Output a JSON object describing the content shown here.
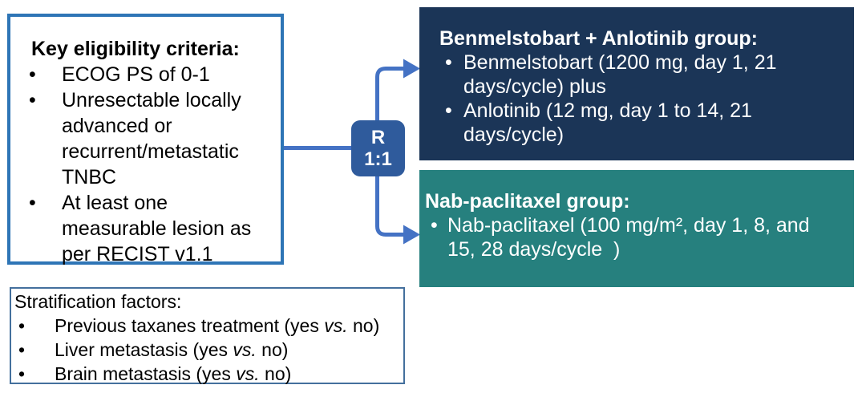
{
  "ui": {
    "bullet": "•"
  },
  "colors": {
    "eligibility_border": "#2E75B6",
    "connector_blue": "#4472C4",
    "randomization_fill": "#2F5B9C",
    "group1_fill": "#1B3557",
    "group2_fill": "#26807E",
    "stratification_border": "#44709D",
    "text_dark": "#000000",
    "text_light": "#FFFFFF"
  },
  "eligibility_box": {
    "title": "Key eligibility criteria:",
    "items": [
      "ECOG PS of 0-1",
      "Unresectable locally advanced or recurrent/metastatic TNBC",
      "At least one measurable lesion as per RECIST v1.1"
    ]
  },
  "randomization": {
    "letter": "R",
    "ratio": "1:1"
  },
  "groups": [
    {
      "title": "Benmelstobart + Anlotinib group:",
      "items": [
        "Benmelstobart (1200 mg, day 1, 21 days/cycle) plus",
        "Anlotinib (12 mg, day 1 to 14, 21 days/cycle)"
      ]
    },
    {
      "title": "Nab-paclitaxel group:",
      "items": [
        "Nab-paclitaxel (100 mg/m², day 1, 8, and 15, 28 days/cycle  )"
      ]
    }
  ],
  "stratification_box": {
    "title": "Stratification factors:",
    "items": [
      {
        "before": "Previous taxanes treatment (yes ",
        "italic": "vs.",
        "after": " no)"
      },
      {
        "before": "Liver metastasis (yes ",
        "italic": "vs.",
        "after": " no)"
      },
      {
        "before": "Brain metastasis (yes ",
        "italic": "vs.",
        "after": " no)"
      }
    ]
  }
}
